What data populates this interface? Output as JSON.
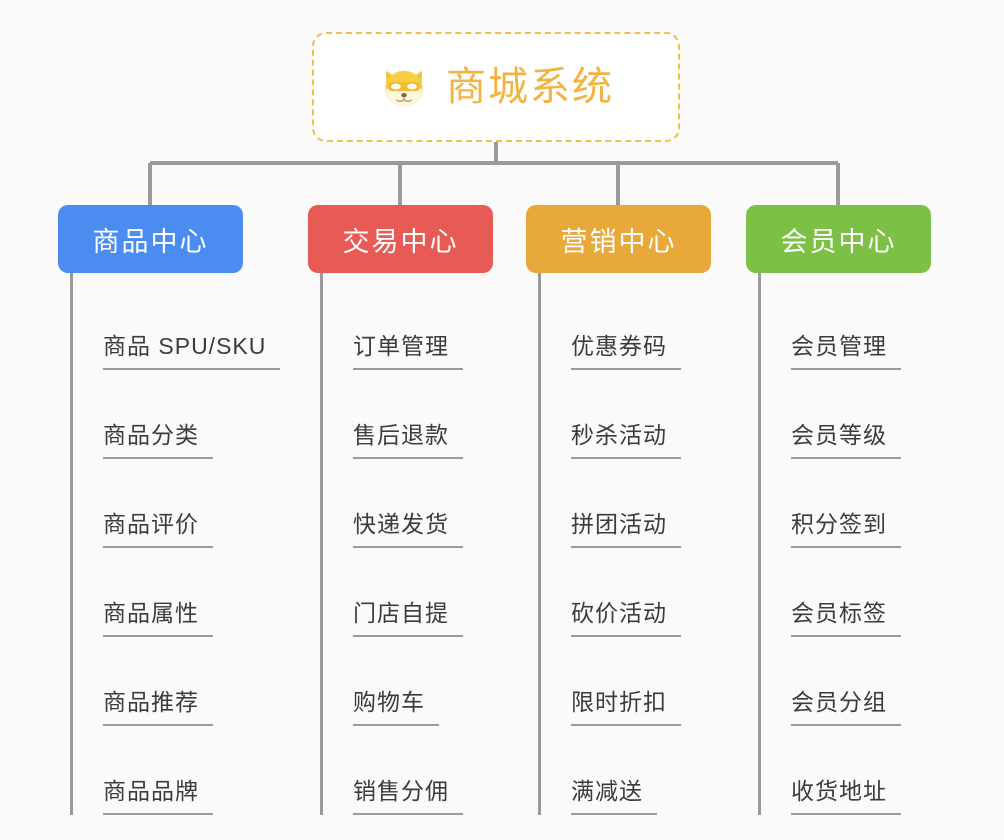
{
  "page": {
    "background_color": "#fafafa",
    "type": "mindmap"
  },
  "root": {
    "title": "商城系统",
    "icon": "dog-face-emoji",
    "text_color": "#f2b342",
    "border_color": "#f0bf4c",
    "background_color": "#ffffff"
  },
  "connector": {
    "color": "#9a9a9a"
  },
  "branches": [
    {
      "label": "商品中心",
      "color": "#4a8cf0",
      "items": [
        "商品 SPU/SKU",
        "商品分类",
        "商品评价",
        "商品属性",
        "商品推荐",
        "商品品牌"
      ]
    },
    {
      "label": "交易中心",
      "color": "#e75a55",
      "items": [
        "订单管理",
        "售后退款",
        "快递发货",
        "门店自提",
        "购物车",
        "销售分佣"
      ]
    },
    {
      "label": "营销中心",
      "color": "#e8a93a",
      "items": [
        "优惠券码",
        "秒杀活动",
        "拼团活动",
        "砍价活动",
        "限时折扣",
        "满减送"
      ]
    },
    {
      "label": "会员中心",
      "color": "#7cc145",
      "items": [
        "会员管理",
        "会员等级",
        "积分签到",
        "会员标签",
        "会员分组",
        "收货地址"
      ]
    }
  ]
}
